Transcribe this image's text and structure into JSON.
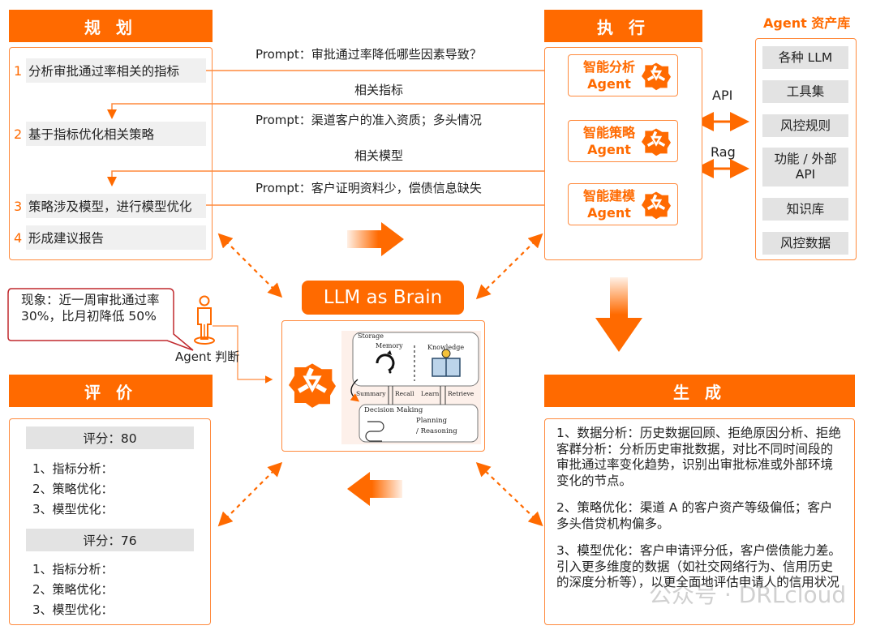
{
  "planning": {
    "title": "规 划",
    "steps": [
      {
        "num": "1",
        "text": "分析审批通过率相关的指标"
      },
      {
        "num": "2",
        "text": "基于指标优化相关策略"
      },
      {
        "num": "3",
        "text": "策略涉及模型，进行模型优化"
      },
      {
        "num": "4",
        "text": "形成建议报告"
      }
    ]
  },
  "flows": {
    "prompt1": "Prompt：审批通过率降低哪些因素导致？",
    "return1": "相关指标",
    "prompt2": "Prompt：渠道客户的准入资质；多头情况",
    "return2": "相关模型",
    "prompt3": "Prompt：客户证明资料少，偿债信息缺失"
  },
  "execution": {
    "title": "执 行",
    "agents": [
      {
        "name": "智能分析",
        "suffix": "Agent"
      },
      {
        "name": "智能策略",
        "suffix": "Agent"
      },
      {
        "name": "智能建模",
        "suffix": "Agent"
      }
    ],
    "links": {
      "api": "API",
      "rag": "Rag"
    }
  },
  "asset_library": {
    "title": "Agent 资产库",
    "items": [
      "各种 LLM",
      "工具集",
      "风控规则",
      "功能 / 外部\nAPI",
      "知识库",
      "风控数据"
    ]
  },
  "brain": {
    "title": "LLM as Brain",
    "storage_label": "Storage",
    "memory_label": "Memory",
    "knowledge_label": "Knowledge",
    "summary_label": "Summary",
    "recall_label": "Recall",
    "learn_label": "Learn",
    "retrieve_label": "Retrieve",
    "decision_label": "Decision Making",
    "planning_label": "Planning",
    "reasoning_label": "/ Reasoning"
  },
  "observation": {
    "bubble_text": "现象：近一周审批通过率 30%，比月初降低 50%",
    "agent_label": "Agent 判断"
  },
  "evaluation": {
    "title": "评 价",
    "groups": [
      {
        "score": "评分：80",
        "items": [
          "1、指标分析：",
          "2、策略优化：",
          "3、模型优化："
        ]
      },
      {
        "score": "评分：76",
        "items": [
          "1、指标分析：",
          "2、策略优化：",
          "3、模型优化："
        ]
      }
    ]
  },
  "generation": {
    "title": "生 成",
    "paragraphs": [
      "1、数据分析：历史数据回顾、拒绝原因分析、拒绝客群分析：分析历史审批数据，对比不同时间段的审批通过率变化趋势，识别出审批标准或外部环境变化的节点。",
      "2、策略优化：渠道 A 的客户资产等级偏低；客户多头借贷机构偏多。",
      "3、模型优化：客户申请评分低，客户偿债能力差。引入更多维度的数据（如社交网络行为、信用历史的深度分析等），以更全面地评估申请人的信用状况"
    ]
  },
  "watermark": "公众号 · DRLcloud",
  "colors": {
    "accent": "#ff6a00",
    "line": "#ff8a3d",
    "gray_box": "#e3e3e3",
    "bubble_border": "#c0282d"
  }
}
